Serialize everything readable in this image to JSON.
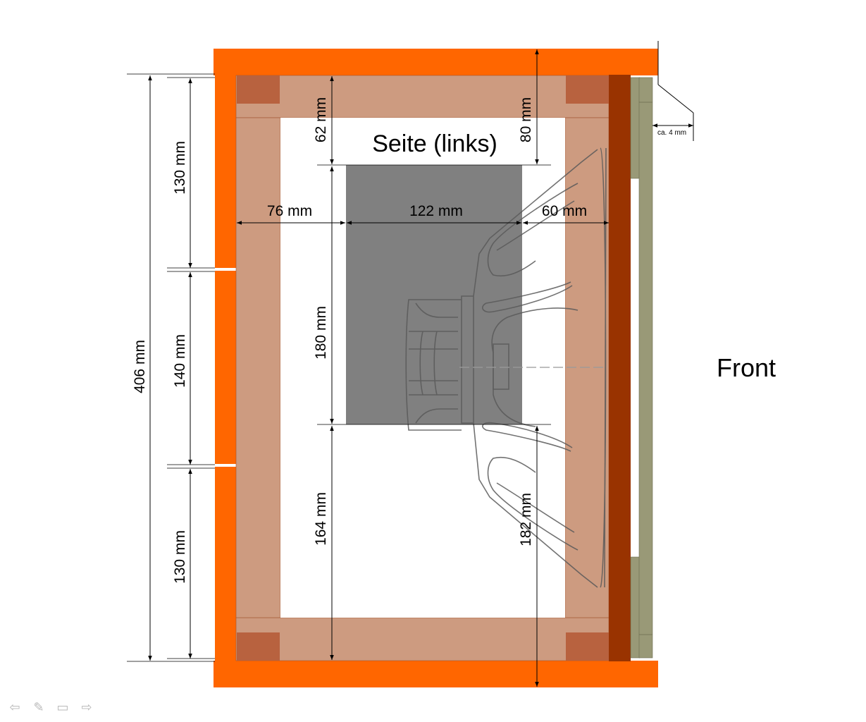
{
  "title": "Seite (links)",
  "front_label": "Front",
  "dimensions": {
    "total_height": "406 mm",
    "seg_top": "130 mm",
    "seg_mid": "140 mm",
    "seg_bottom": "130 mm",
    "top_gap_left": "62 mm",
    "top_gap_right": "80 mm",
    "width_left": "76 mm",
    "width_center": "122 mm",
    "width_right": "60 mm",
    "center_height": "180 mm",
    "bottom_left": "164 mm",
    "bottom_right": "182 mm",
    "front_gap": "ca. 4 mm"
  },
  "colors": {
    "panel_orange": "#ff6600",
    "frame_tan": "#cd9b80",
    "corner_block": "#b8623f",
    "front_baffle": "#993300",
    "grille": "#999977",
    "magnet_box": "#808080"
  },
  "nav": {
    "prev_icon": "⇦",
    "pen_icon": "✎",
    "menu_icon": "▭",
    "next_icon": "⇨"
  }
}
